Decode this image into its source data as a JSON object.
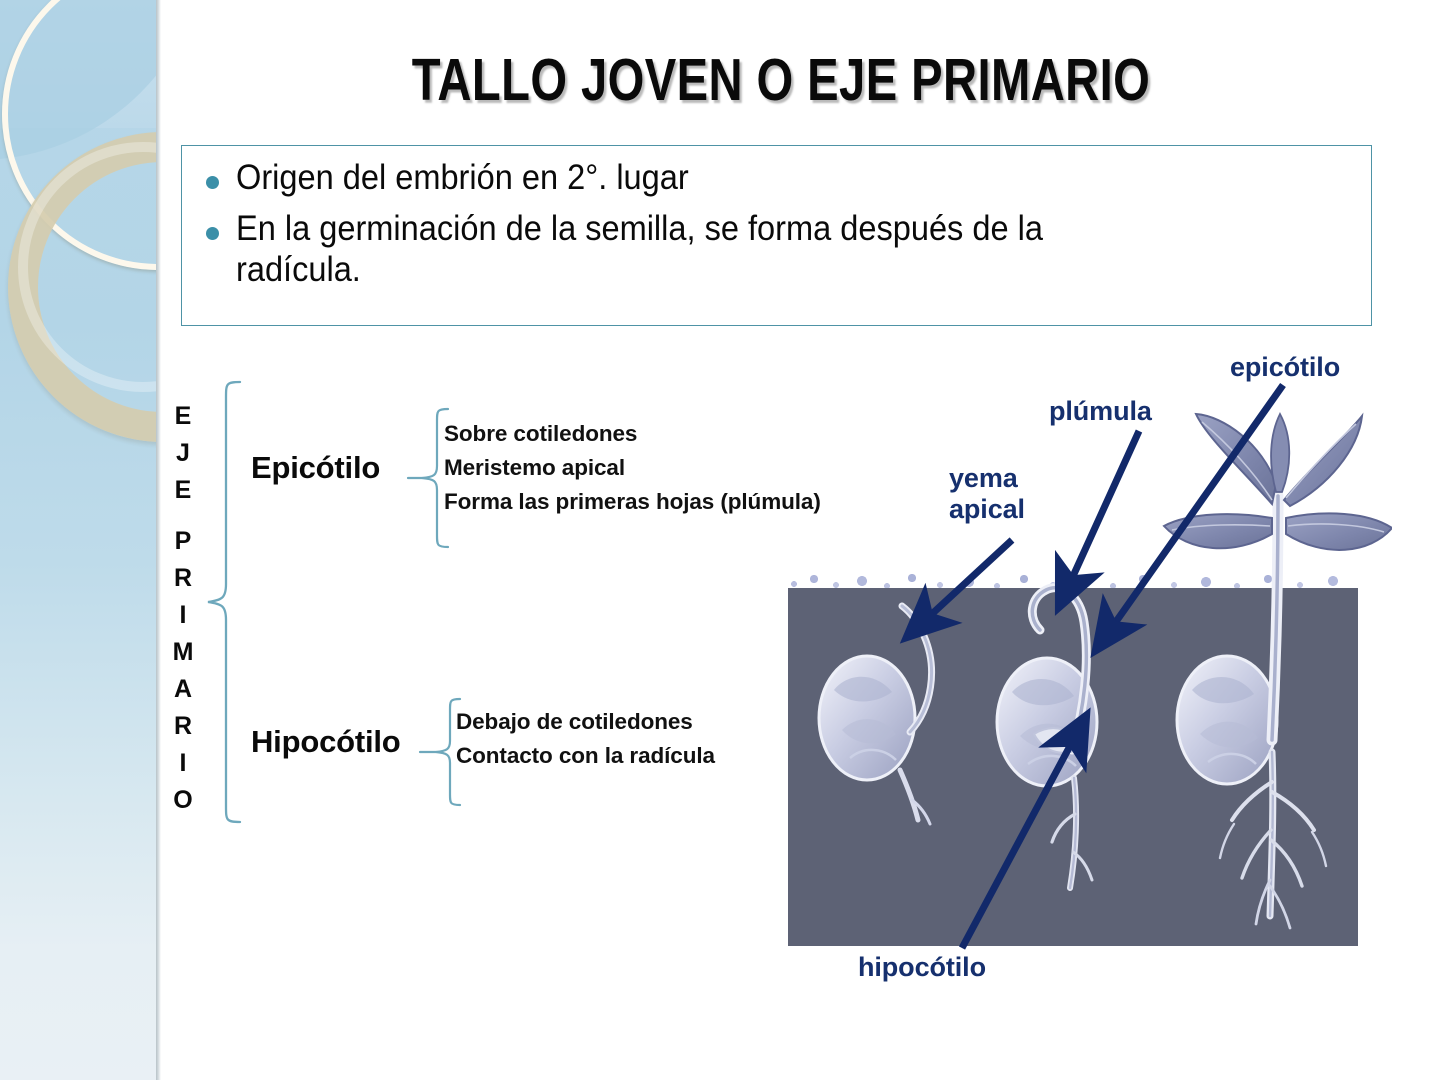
{
  "slide": {
    "title": "TALLO JOVEN O EJE PRIMARIO",
    "bullets": [
      "Origen del embrión en 2°. lugar",
      "En la germinación de la semilla, se forma después de la\nradícula."
    ]
  },
  "diagram": {
    "root_label_letters": [
      "E",
      "J",
      "E",
      "",
      "P",
      "R",
      "I",
      "M",
      "A",
      "R",
      "I",
      "O"
    ],
    "root_label_text": "EJE PRIMARIO",
    "branches": [
      {
        "name": "Epicótilo",
        "details": "Sobre cotiledones\nMeristemo apical\nForma las primeras hojas (plúmula)"
      },
      {
        "name": "Hipocótilo",
        "details": "Debajo de cotiledones\nContacto con la radícula"
      }
    ]
  },
  "illustration": {
    "caption_labels": {
      "epicotilo": "epicótilo",
      "plumula": "plúmula",
      "yema_apical": "yema\napical",
      "hipocotilo": "hipocótilo"
    }
  },
  "colors": {
    "accent_teal": "#4e93a6",
    "bullet_dot": "#3b8fa8",
    "label_navy": "#16306e",
    "arrow_navy": "#12296a",
    "sidebar_blue": "#b7d7e8",
    "ring_cream": "#fdf8ec",
    "ring_tan": "#d5cdaf",
    "soil_gray": "#5d6275",
    "soil_edge": "#c3c8e2",
    "title_black": "#0a0a0a"
  }
}
